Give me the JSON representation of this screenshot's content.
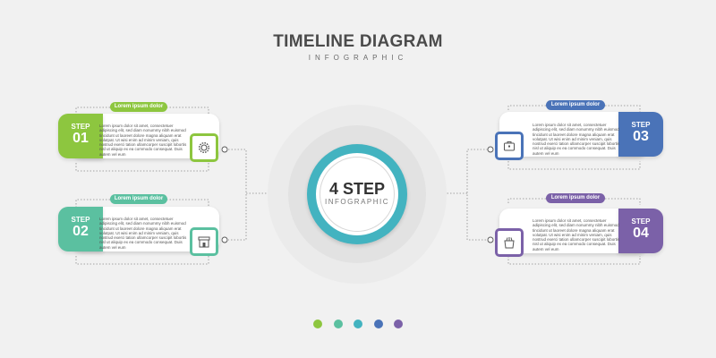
{
  "header": {
    "title": "TIMELINE DIAGRAM",
    "subtitle": "INFOGRAPHIC"
  },
  "center": {
    "title": "4 STEP",
    "subtitle": "INFOGRAPHIC",
    "ring_color": "#43b3c0"
  },
  "steps": [
    {
      "word": "STEP",
      "number": "01",
      "label": "Lorem ipsum dolor",
      "color": "#8dc63f",
      "icon": "gear-icon",
      "body": "Lorem ipsum dolor sit amet, consectetuer adipiscing elit, sed diam nonummy nibh euismod tincidunt ut laoreet dolore magna aliquam erat volutpat. Ut wisi enim ad minim veniam, quis nostrud exerci tation ullamcorper suscipit lobortis nisl ut aliquip ex ea commodo consequat. Duis autem vel eum"
    },
    {
      "word": "STEP",
      "number": "02",
      "label": "Lorem ipsum dolor",
      "color": "#5bc0a0",
      "icon": "shop-icon",
      "body": "Lorem ipsum dolor sit amet, consectetuer adipiscing elit, sed diam nonummy nibh euismod tincidunt ut laoreet dolore magna aliquam erat volutpat. Ut wisi enim ad minim veniam, quis nostrud exerci tation ullamcorper suscipit lobortis nisl ut aliquip ex ea commodo consequat. Duis autem vel eum"
    },
    {
      "word": "STEP",
      "number": "03",
      "label": "Lorem ipsum dolor",
      "color": "#4a73b8",
      "icon": "briefcase-icon",
      "body": "Lorem ipsum dolor sit amet, consectetuer adipiscing elit, sed diam nonummy nibh euismod tincidunt ut laoreet dolore magna aliquam erat volutpat. Ut wisi enim ad minim veniam, quis nostrud exerci tation ullamcorper suscipit lobortis nisl ut aliquip ex ea commodo consequat. Duis autem vel eum"
    },
    {
      "word": "STEP",
      "number": "04",
      "label": "Lorem ipsum dolor",
      "color": "#7b61a8",
      "icon": "bag-icon",
      "body": "Lorem ipsum dolor sit amet, consectetuer adipiscing elit, sed diam nonummy nibh euismod tincidunt ut laoreet dolore magna aliquam erat volutpat. Ut wisi enim ad minim veniam, quis nostrud exerci tation ullamcorper suscipit lobortis nisl ut aliquip ex ea commodo consequat. Duis autem vel eum"
    }
  ],
  "pagination_colors": [
    "#8dc63f",
    "#5bc0a0",
    "#43b3c0",
    "#4a73b8",
    "#7b61a8"
  ]
}
